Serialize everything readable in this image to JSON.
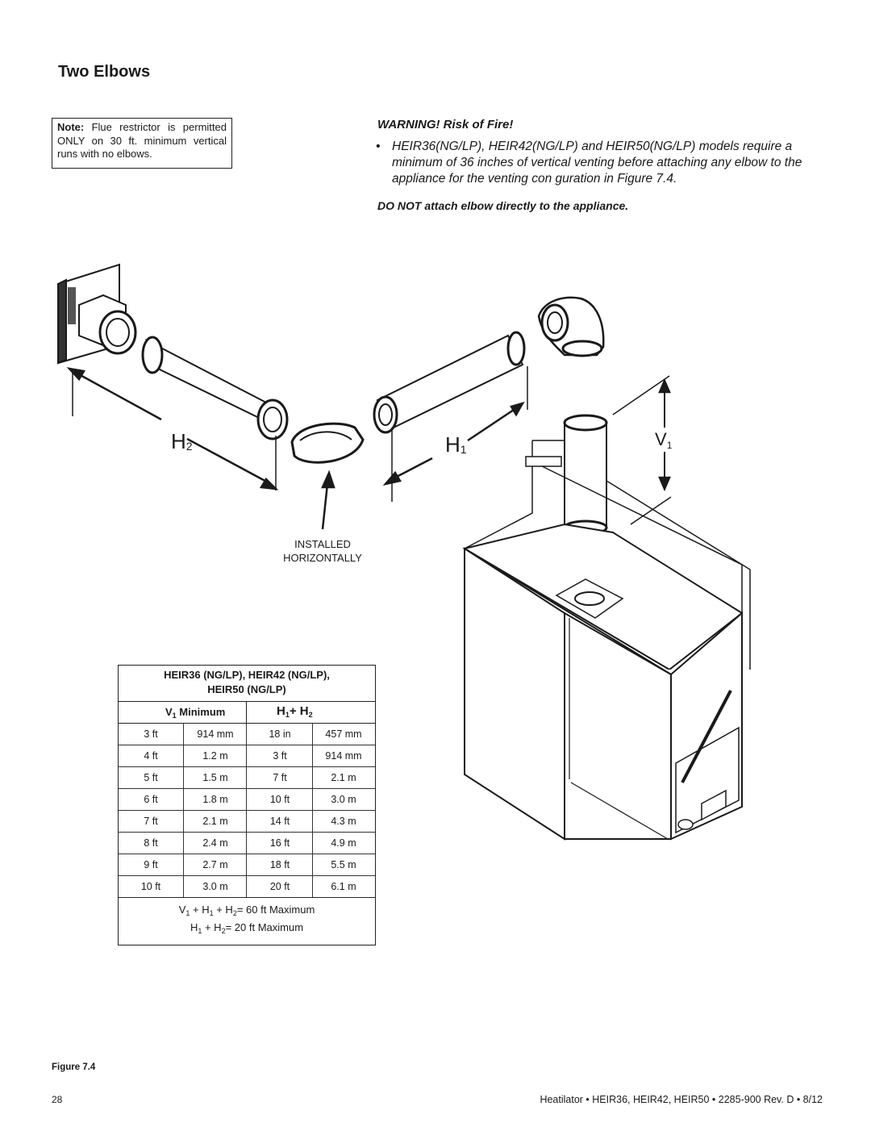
{
  "title": "Two Elbows",
  "note": {
    "label": "Note:",
    "text": "Flue restrictor is permitted ONLY on 30 ft. minimum vertical runs with no elbows."
  },
  "warning": {
    "title": "WARNING! Risk of Fire!",
    "bullet": "HEIR36(NG/LP), HEIR42(NG/LP) and HEIR50(NG/LP) models require a minimum of 36 inches of vertical venting before attaching any elbow to the appliance for the venting con guration in Figure 7.4.",
    "dont": "DO NOT attach elbow directly to the appliance."
  },
  "diagram": {
    "label_h2": "H",
    "label_h2_sub": "2",
    "label_h1": "H",
    "label_h1_sub": "1",
    "label_v1": "V",
    "label_v1_sub": "1",
    "installed_line1": "INSTALLED",
    "installed_line2": "HORIZONTALLY"
  },
  "table": {
    "header_line1": "HEIR36 (NG/LP), HEIR42 (NG/LP),",
    "header_line2": "HEIR50 (NG/LP)",
    "col1_v": "V",
    "col1_sub": "1",
    "col1_label": " Minimum",
    "col2_h1": "H",
    "col2_sub1": "1",
    "col2_plus": "+ H",
    "col2_sub2": "2",
    "rows": [
      [
        "3 ft",
        "914 mm",
        "18 in",
        "457 mm"
      ],
      [
        "4 ft",
        "1.2 m",
        "3 ft",
        "914 mm"
      ],
      [
        "5 ft",
        "1.5 m",
        "7 ft",
        "2.1 m"
      ],
      [
        "6 ft",
        "1.8 m",
        "10 ft",
        "3.0 m"
      ],
      [
        "7 ft",
        "2.1 m",
        "14 ft",
        "4.3 m"
      ],
      [
        "8 ft",
        "2.4 m",
        "16 ft",
        "4.9 m"
      ],
      [
        "9 ft",
        "2.7 m",
        "18 ft",
        "5.5 m"
      ],
      [
        "10 ft",
        "3.0 m",
        "20 ft",
        "6.1 m"
      ]
    ],
    "foot1": "V1 + H1 + H2= 60 ft Maximum",
    "foot2": "H1 + H2= 20 ft Maximum"
  },
  "figure_caption": "Figure 7.4",
  "page_number": "28",
  "footer": "Heatilator • HEIR36, HEIR42, HEIR50 • 2285-900 Rev. D • 8/12"
}
